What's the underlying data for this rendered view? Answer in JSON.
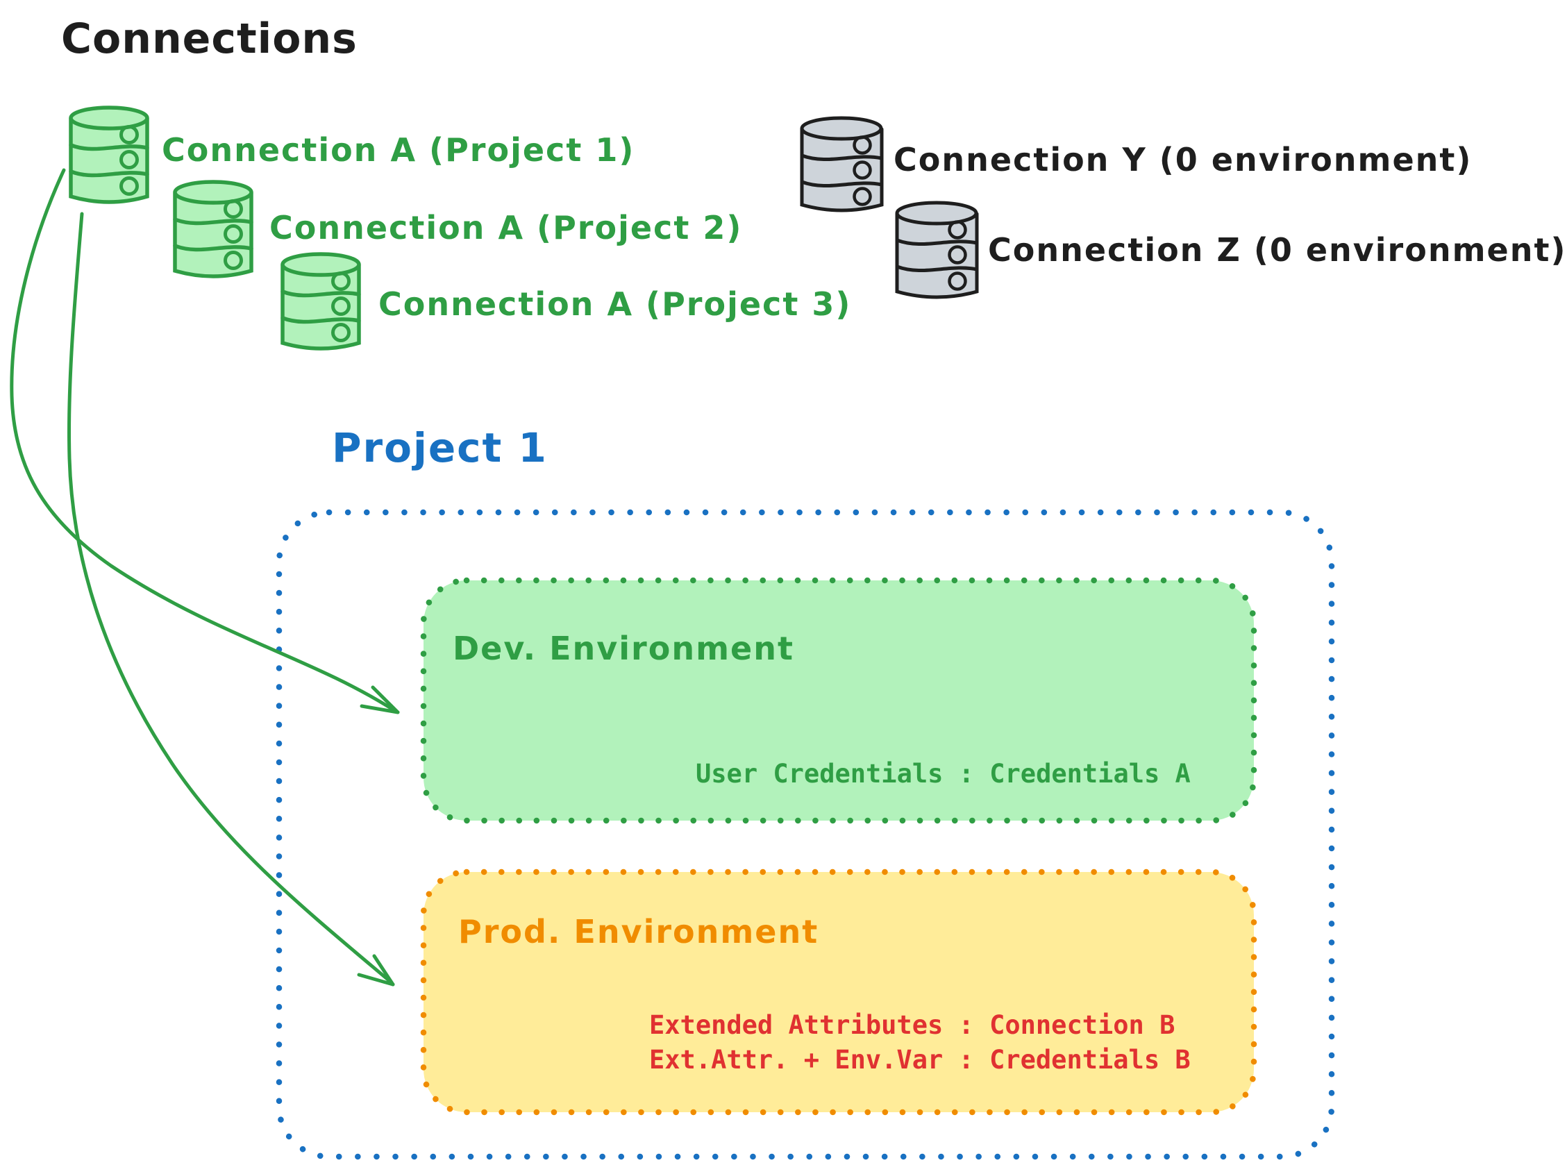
{
  "title": "Connections",
  "colors": {
    "ink": "#1e1e1e",
    "green_stroke": "#2f9e44",
    "green_fill": "#b2f2bb",
    "blue": "#1971c2",
    "orange_stroke": "#f08c00",
    "yellow_fill": "#ffec99",
    "red": "#e03131",
    "gray_fill": "#ced4da"
  },
  "connections": {
    "project_a": [
      {
        "label": "Connection A (Project 1)"
      },
      {
        "label": "Connection A (Project 2)"
      },
      {
        "label": "Connection A (Project 3)"
      }
    ],
    "unassigned": [
      {
        "label": "Connection Y (0 environment)"
      },
      {
        "label": "Connection Z (0 environment)"
      }
    ]
  },
  "project": {
    "title": "Project 1",
    "environments": {
      "dev": {
        "title": "Dev. Environment",
        "credentials": "User Credentials : Credentials A"
      },
      "prod": {
        "title": "Prod. Environment",
        "lines": [
          "Extended Attributes : Connection B",
          "Ext.Attr. + Env.Var : Credentials B"
        ]
      }
    }
  }
}
